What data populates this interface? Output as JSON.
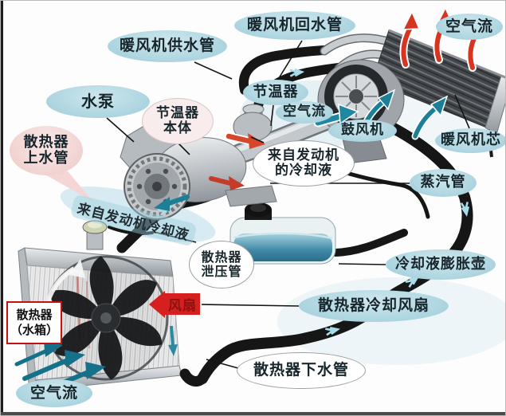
{
  "diagram_title": "automotive-engine-cooling-system-diagram",
  "labels": {
    "heater_return_pipe": "暖风机回水管",
    "airflow_top": "空气流",
    "heater_supply_pipe": "暖风机供水管",
    "thermostat": "节温器",
    "water_pump": "水泵",
    "thermostat_body_1": "节温器",
    "thermostat_body_2": "本体",
    "airflow_blower": "空气流",
    "blower": "鼓风机",
    "heater_core": "暖风机芯",
    "radiator_upper_pipe_1": "散热器",
    "radiator_upper_pipe_2": "上水管",
    "coolant_from_engine_1": "来自发动机",
    "coolant_from_engine_2": "的冷却液",
    "steam_pipe": "蒸汽管",
    "coolant_from_engine_diagonal": "来自发动机冷却液",
    "radiator_relief_pipe_1": "散热器",
    "radiator_relief_pipe_2": "泄压管",
    "coolant_expansion_tank": "冷却液膨胀壶",
    "fan": "风扇",
    "radiator_cooling_fan": "散热器冷却风扇",
    "radiator_tank_1": "散热器",
    "radiator_tank_2": "（水箱）",
    "radiator_lower_pipe": "散热器下水管",
    "airflow_bottom": "空气流"
  },
  "colors": {
    "bubble_blue": "#a9d3df",
    "bubble_pink": "#f0d2d0",
    "bubble_white": "#ffffff",
    "fan_label_red": "#d61f1f",
    "radiator_box_border": "#c41212",
    "hot_arrow_red": "#d63522",
    "cool_arrow_teal": "#15718a",
    "hose_black": "#161616",
    "coolant_tank_blue": "#4189a6",
    "text_dark": "#17262c"
  }
}
